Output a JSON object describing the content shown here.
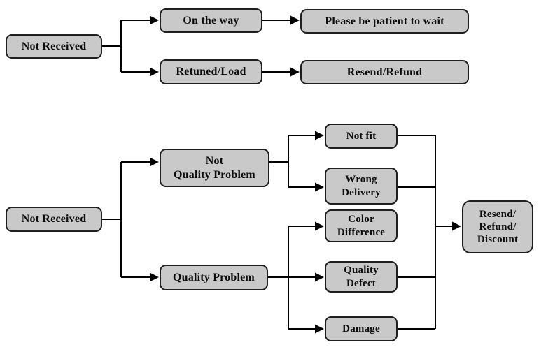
{
  "colors": {
    "box_fill": "#c9c9c9",
    "box_border": "#1f1f1f",
    "line": "#000000",
    "text": "#0d0d0d",
    "background": "#ffffff"
  },
  "flow_top": {
    "root": "Not Received",
    "on_the_way": "On the way",
    "be_patient": "Please be patient to wait",
    "retuned_load": "Retuned/Load",
    "resend_refund": "Resend/Refund"
  },
  "flow_bottom": {
    "root": "Not Received",
    "not_quality_problem": "Not\nQuality Problem",
    "quality_problem": "Quality Problem",
    "not_fit": "Not fit",
    "wrong_delivery": "Wrong\nDelivery",
    "color_difference": "Color\nDifference",
    "quality_defect": "Quality\nDefect",
    "damage": "Damage",
    "resolution": "Resend/\nRefund/\nDiscount"
  }
}
